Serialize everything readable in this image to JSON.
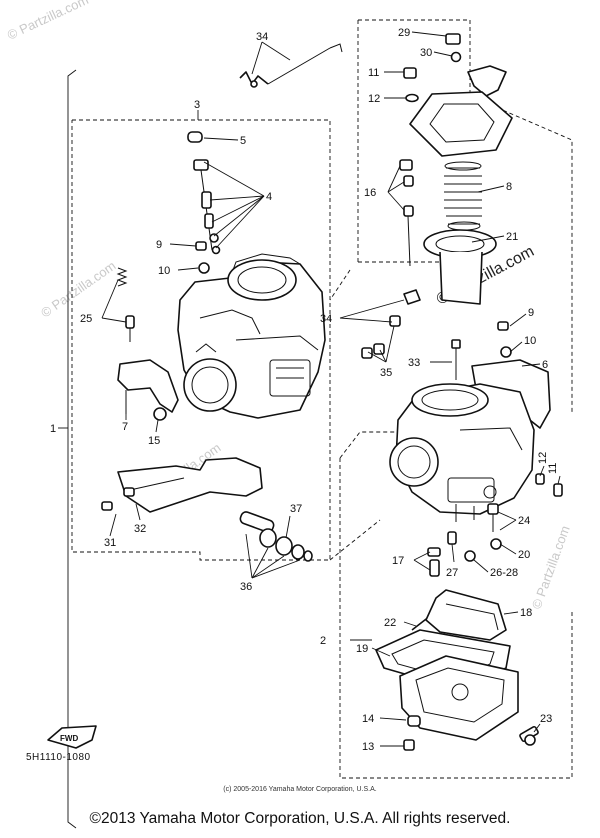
{
  "callouts": {
    "c1": "1",
    "c2": "2",
    "c3": "3",
    "c4": "4",
    "c5": "5",
    "c6": "6",
    "c7": "7",
    "c8": "8",
    "c9a": "9",
    "c9b": "9",
    "c10a": "10",
    "c10b": "10",
    "c11a": "11",
    "c11b": "11",
    "c12a": "12",
    "c12b": "12",
    "c13": "13",
    "c14": "14",
    "c15": "15",
    "c16": "16",
    "c17": "17",
    "c18": "18",
    "c19": "19",
    "c20": "20",
    "c21": "21",
    "c22": "22",
    "c23": "23",
    "c24": "24",
    "c25": "25",
    "c26_28": "26-28",
    "c27": "27",
    "c29": "29",
    "c30": "30",
    "c31": "31",
    "c32": "32",
    "c33": "33",
    "c34a": "34",
    "c34b": "34",
    "c35": "35",
    "c36": "36",
    "c37": "37"
  },
  "watermarks": {
    "w1": "© Partzilla.com",
    "w2": "© Partzilla.com",
    "w3": "© Partzilla.com",
    "w4": "© Partzilla.com",
    "w5": "© Partzilla.com"
  },
  "fwd_label": "FWD",
  "diagram_code": "5H1110-1080",
  "credit_line": "(c) 2005-2016 Yamaha Motor Corporation, U.S.A.",
  "copyright_line": "©2013 Yamaha Motor Corporation, U.S.A. All rights reserved."
}
